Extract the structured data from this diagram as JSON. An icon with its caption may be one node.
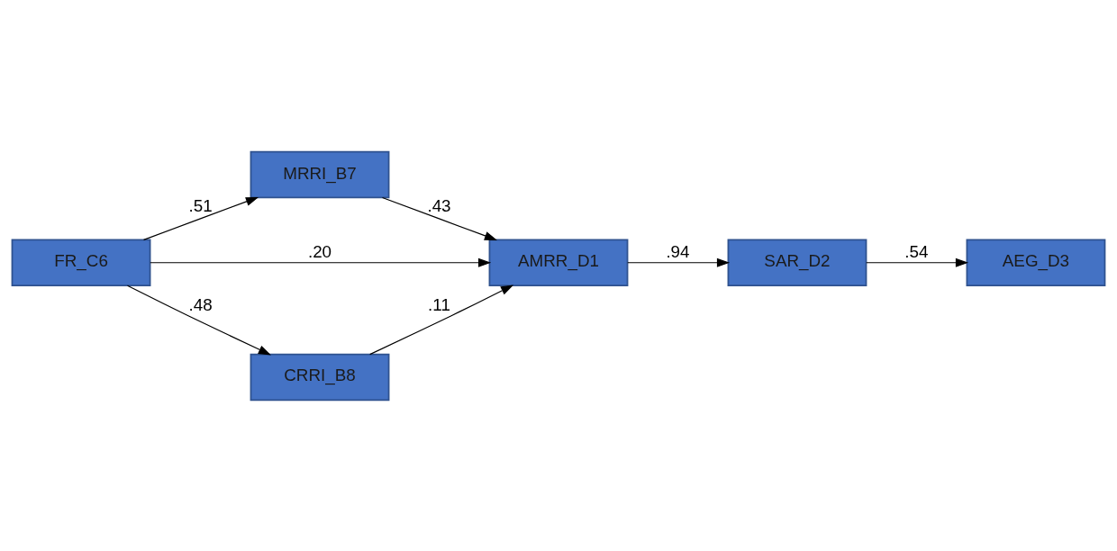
{
  "diagram": {
    "nodes": [
      {
        "text": [
          "MRRI_B7"
        ]
      },
      {
        "text": [
          "FR_C6"
        ]
      },
      {
        "text": [
          "AMRR_D1"
        ]
      },
      {
        "text": [
          "SAR_D2"
        ]
      },
      {
        "text": [
          "AEG_D3"
        ]
      },
      {
        "text": [
          "CRRI_B8"
        ]
      }
    ],
    "edges": [
      {
        "from": 1,
        "to": 0,
        "arrow": "to",
        "label": ".51"
      },
      {
        "from": 0,
        "to": 2,
        "arrow": "to",
        "label": ".43"
      },
      {
        "from": 1,
        "to": 2,
        "arrow": "to",
        "label": ".20"
      },
      {
        "from": 1,
        "to": 5,
        "arrow": "to",
        "label": ".48"
      },
      {
        "from": 5,
        "to": 2,
        "arrow": "to",
        "label": ".11"
      },
      {
        "from": 2,
        "to": 3,
        "arrow": "to",
        "label": ".94"
      },
      {
        "from": 3,
        "to": 4,
        "arrow": "to",
        "label": ".54"
      }
    ]
  }
}
